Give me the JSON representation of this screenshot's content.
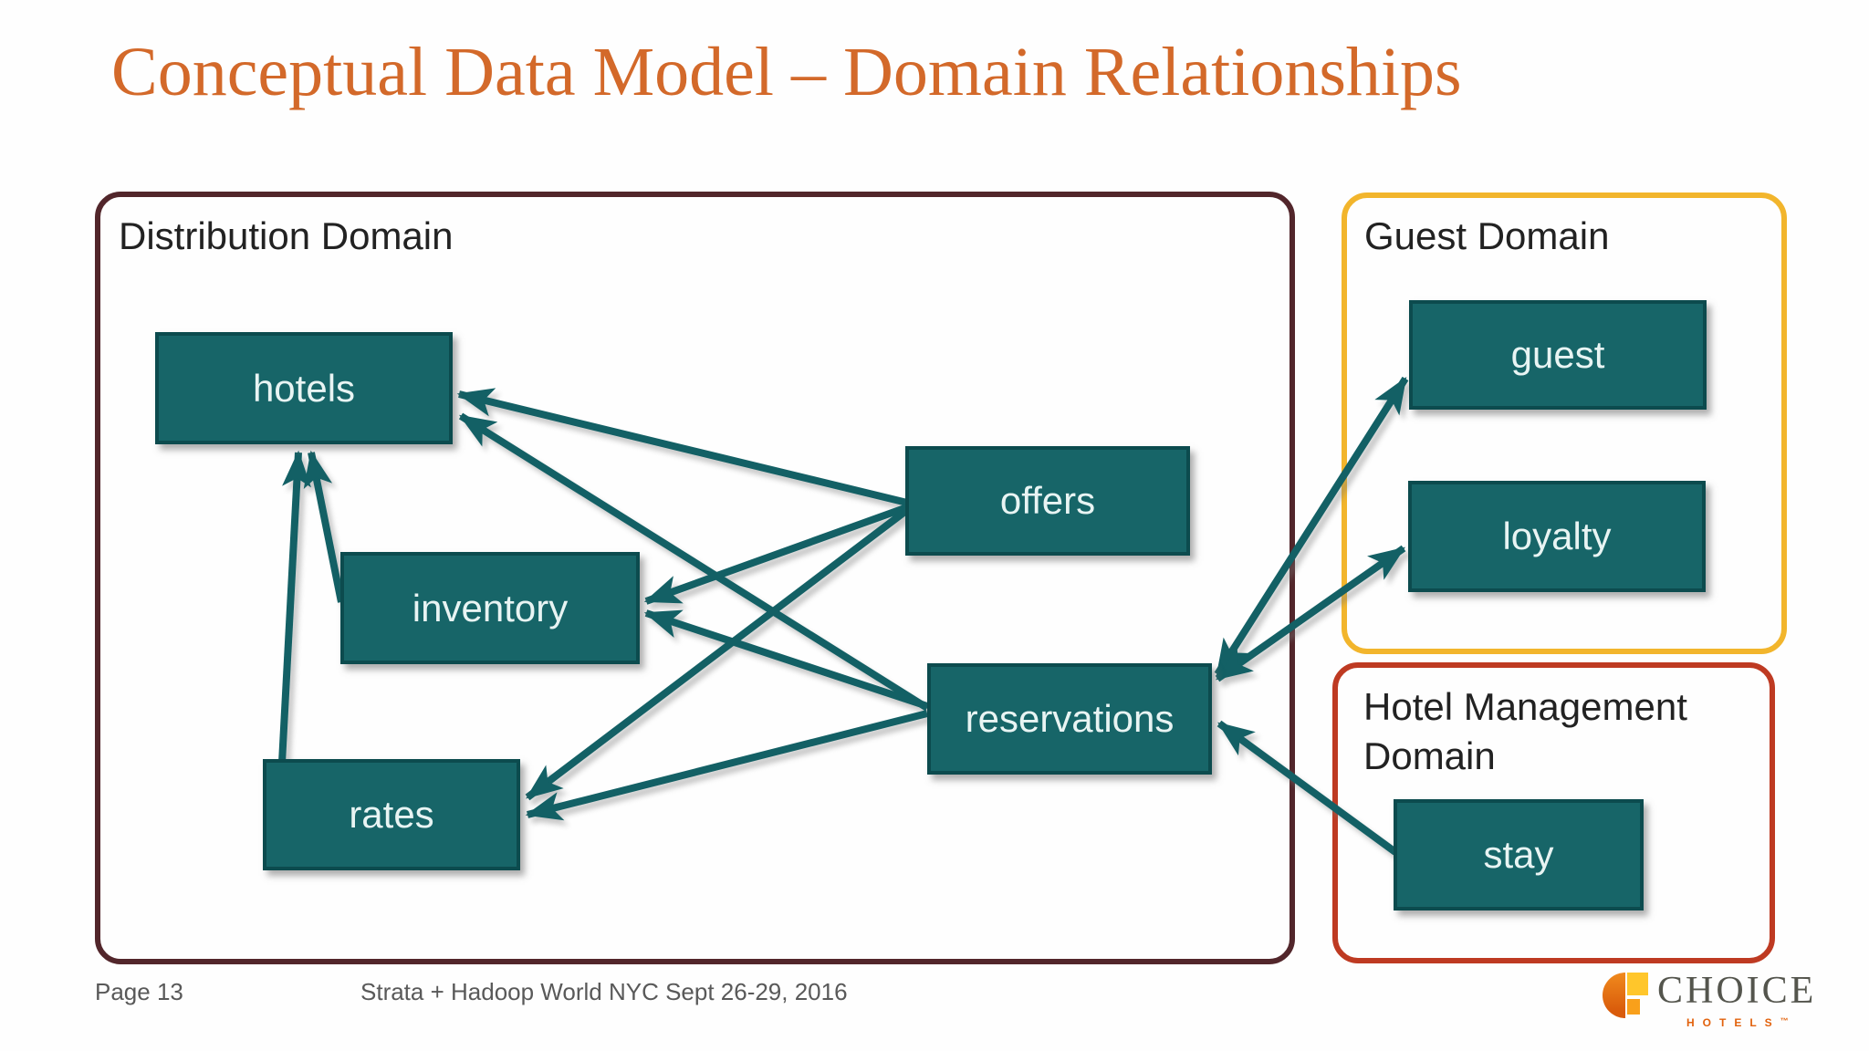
{
  "title": "Conceptual Data Model – Domain Relationships",
  "footer": {
    "page_label": "Page 13",
    "event_label": "Strata + Hadoop World NYC Sept 26-29, 2016"
  },
  "logo": {
    "brand": "CHOICE",
    "sub_brand": "HOTELS",
    "mark": "™"
  },
  "colors": {
    "title_orange": "#D3692A",
    "entity_fill_teal": "#176568",
    "entity_border_teal": "#0C4B4E",
    "connector_teal": "#136065",
    "distribution_border": "#52262B",
    "guest_border": "#F2B52C",
    "hotel_management_border": "#BE3A22",
    "footer_gray": "#595959",
    "logo_orange": "#E2620D",
    "logo_yellow": "#FFC62B"
  },
  "domains": {
    "distribution": {
      "label": "Distribution Domain"
    },
    "guest": {
      "label": "Guest Domain"
    },
    "hotel_management": {
      "label": "Hotel Management Domain"
    }
  },
  "entities": {
    "hotels": {
      "label": "hotels",
      "domain": "distribution"
    },
    "inventory": {
      "label": "inventory",
      "domain": "distribution"
    },
    "rates": {
      "label": "rates",
      "domain": "distribution"
    },
    "offers": {
      "label": "offers",
      "domain": "distribution"
    },
    "reservations": {
      "label": "reservations",
      "domain": "distribution"
    },
    "guest": {
      "label": "guest",
      "domain": "guest"
    },
    "loyalty": {
      "label": "loyalty",
      "domain": "guest"
    },
    "stay": {
      "label": "stay",
      "domain": "hotel_management"
    }
  },
  "relationships": [
    {
      "from": "rates",
      "to": "hotels",
      "arrows": "end"
    },
    {
      "from": "inventory",
      "to": "hotels",
      "arrows": "end"
    },
    {
      "from": "offers",
      "to": "hotels",
      "arrows": "end"
    },
    {
      "from": "offers",
      "to": "inventory",
      "arrows": "end"
    },
    {
      "from": "offers",
      "to": "rates",
      "arrows": "end"
    },
    {
      "from": "reservations",
      "to": "hotels",
      "arrows": "end"
    },
    {
      "from": "reservations",
      "to": "inventory",
      "arrows": "end"
    },
    {
      "from": "reservations",
      "to": "rates",
      "arrows": "end"
    },
    {
      "from": "reservations",
      "to": "guest",
      "arrows": "both"
    },
    {
      "from": "reservations",
      "to": "loyalty",
      "arrows": "both"
    },
    {
      "from": "stay",
      "to": "reservations",
      "arrows": "end"
    }
  ]
}
